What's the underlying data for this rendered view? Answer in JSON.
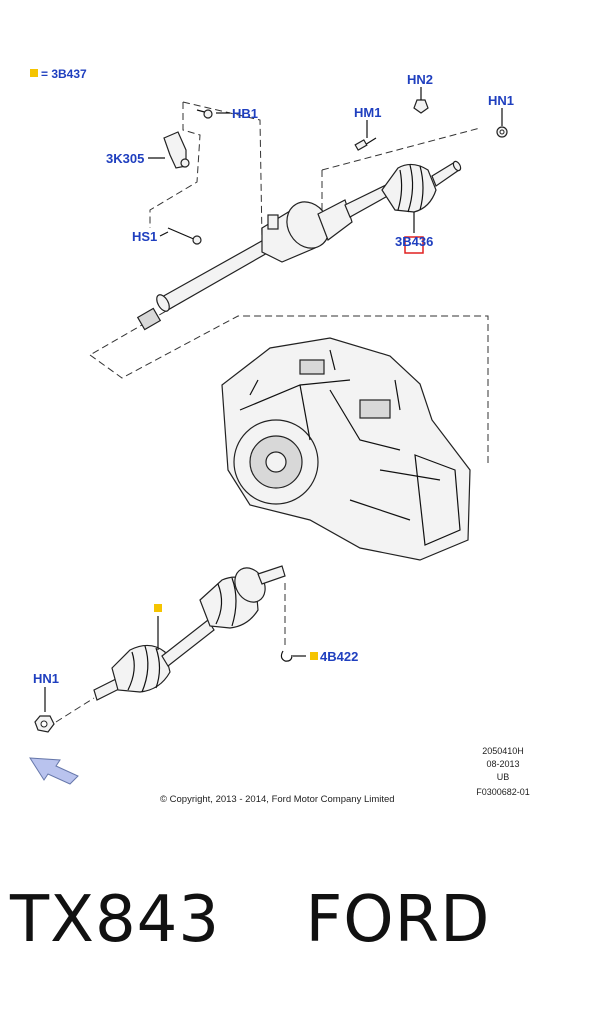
{
  "legend": {
    "marker_color": "#f5c400",
    "text": "= 3B437"
  },
  "callouts": {
    "hn2": "HN2",
    "hn1_top": "HN1",
    "hm1": "HM1",
    "hb1": "HB1",
    "k305": "3K305",
    "hs1": "HS1",
    "b436": "3B436",
    "b422": "4B422",
    "hn1_bottom": "HN1"
  },
  "colors": {
    "callout_text": "#1f3fbf",
    "marker": "#f5c400",
    "highlight_box": "#e02020",
    "arrow_fill": "#b9c3ee"
  },
  "meta": {
    "line1": "2050410H",
    "line2": "08-2013",
    "line3": "UB",
    "line4": "F0300682-01"
  },
  "copyright": "© Copyright, 2013 - 2014, Ford Motor Company Limited",
  "caption": "TX843    FORD",
  "icons": {
    "view_arrow": "direction-arrow-icon",
    "legend_marker": "square-marker-icon"
  }
}
